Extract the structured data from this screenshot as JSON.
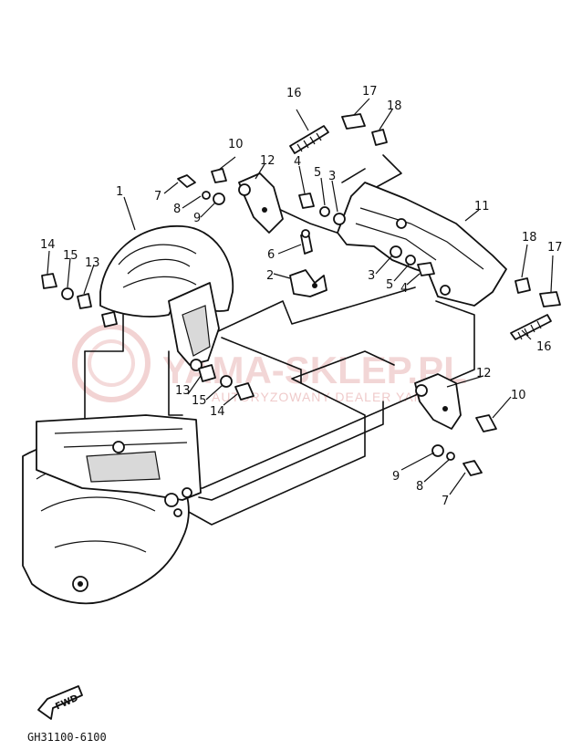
{
  "diagram_code": "GH31100-6100",
  "fwd_label": "FWD",
  "watermark": {
    "title": "YAMA-SKLEP.PL",
    "subtitle": "AUTORYZOWANY DEALER YAMAHA",
    "color": "#e9b5b5"
  },
  "callouts": {
    "c1": "1",
    "c2": "2",
    "c3a": "3",
    "c3b": "3",
    "c4a": "4",
    "c4b": "4",
    "c5a": "5",
    "c5b": "5",
    "c6": "6",
    "c7a": "7",
    "c7b": "7",
    "c8a": "8",
    "c8b": "8",
    "c9a": "9",
    "c9b": "9",
    "c10a": "10",
    "c10b": "10",
    "c11": "11",
    "c12a": "12",
    "c12b": "12",
    "c13a": "13",
    "c13b": "13",
    "c14a": "14",
    "c14b": "14",
    "c15a": "15",
    "c15b": "15",
    "c16a": "16",
    "c16b": "16",
    "c17a": "17",
    "c17b": "17",
    "c18a": "18",
    "c18b": "18"
  }
}
